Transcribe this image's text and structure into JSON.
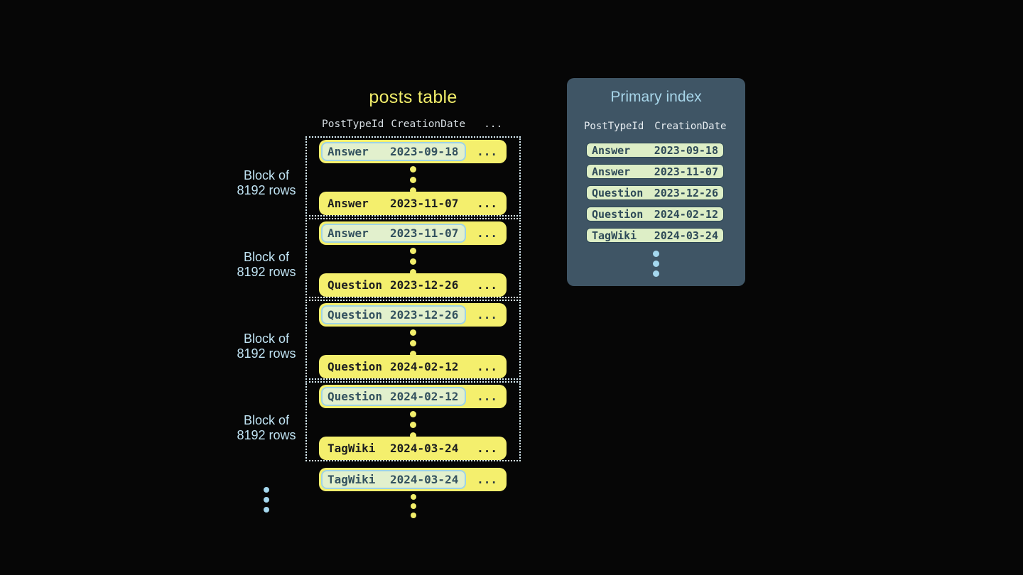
{
  "colors": {
    "background": "#060606",
    "row_yellow": "#f4ef6d",
    "title_yellow": "#f0ec6a",
    "dotted_border_blue": "#d9edf5",
    "block_label_blue": "#bfe2f2",
    "highlight_green": "#e2f0cd",
    "highlight_border_blue": "#9ed3e6",
    "highlight_text_slate": "#33515f",
    "row_text_dark": "#1c1e20",
    "panel_slate": "#3f5565",
    "panel_title_blue": "#a7d5e9",
    "index_row_green": "#ddeec6",
    "index_row_text": "#2e4a58",
    "dot_blue": "#a5d8ef"
  },
  "posts_table": {
    "title": "posts table",
    "columns": {
      "c1": "PostTypeId",
      "c2": "CreationDate",
      "c3": "..."
    },
    "blocks": [
      {
        "label": {
          "line1": "Block of",
          "line2": "8192 rows"
        },
        "first_row": {
          "post_type": "Answer",
          "creation_date": "2023-09-18",
          "more": "...",
          "highlighted_in_index": true
        },
        "last_row": {
          "post_type": "Answer",
          "creation_date": "2023-11-07",
          "more": "...",
          "highlighted_in_index": false
        }
      },
      {
        "label": {
          "line1": "Block of",
          "line2": "8192 rows"
        },
        "first_row": {
          "post_type": "Answer",
          "creation_date": "2023-11-07",
          "more": "...",
          "highlighted_in_index": true
        },
        "last_row": {
          "post_type": "Question",
          "creation_date": "2023-12-26",
          "more": "...",
          "highlighted_in_index": false
        }
      },
      {
        "label": {
          "line1": "Block of",
          "line2": "8192 rows"
        },
        "first_row": {
          "post_type": "Question",
          "creation_date": "2023-12-26",
          "more": "...",
          "highlighted_in_index": true
        },
        "last_row": {
          "post_type": "Question",
          "creation_date": "2024-02-12",
          "more": "...",
          "highlighted_in_index": false
        }
      },
      {
        "label": {
          "line1": "Block of",
          "line2": "8192 rows"
        },
        "first_row": {
          "post_type": "Question",
          "creation_date": "2024-02-12",
          "more": "...",
          "highlighted_in_index": true
        },
        "last_row": {
          "post_type": "TagWiki",
          "creation_date": "2024-03-24",
          "more": "...",
          "highlighted_in_index": false
        }
      }
    ],
    "trailing_row": {
      "post_type": "TagWiki",
      "creation_date": "2024-03-24",
      "more": "...",
      "highlighted_in_index": true
    }
  },
  "primary_index": {
    "title": "Primary index",
    "columns": {
      "c1": "PostTypeId",
      "c2": "CreationDate"
    },
    "rows": [
      {
        "post_type": "Answer",
        "creation_date": "2023-09-18"
      },
      {
        "post_type": "Answer",
        "creation_date": "2023-11-07"
      },
      {
        "post_type": "Question",
        "creation_date": "2023-12-26"
      },
      {
        "post_type": "Question",
        "creation_date": "2024-02-12"
      },
      {
        "post_type": "TagWiki",
        "creation_date": "2024-03-24"
      }
    ]
  }
}
